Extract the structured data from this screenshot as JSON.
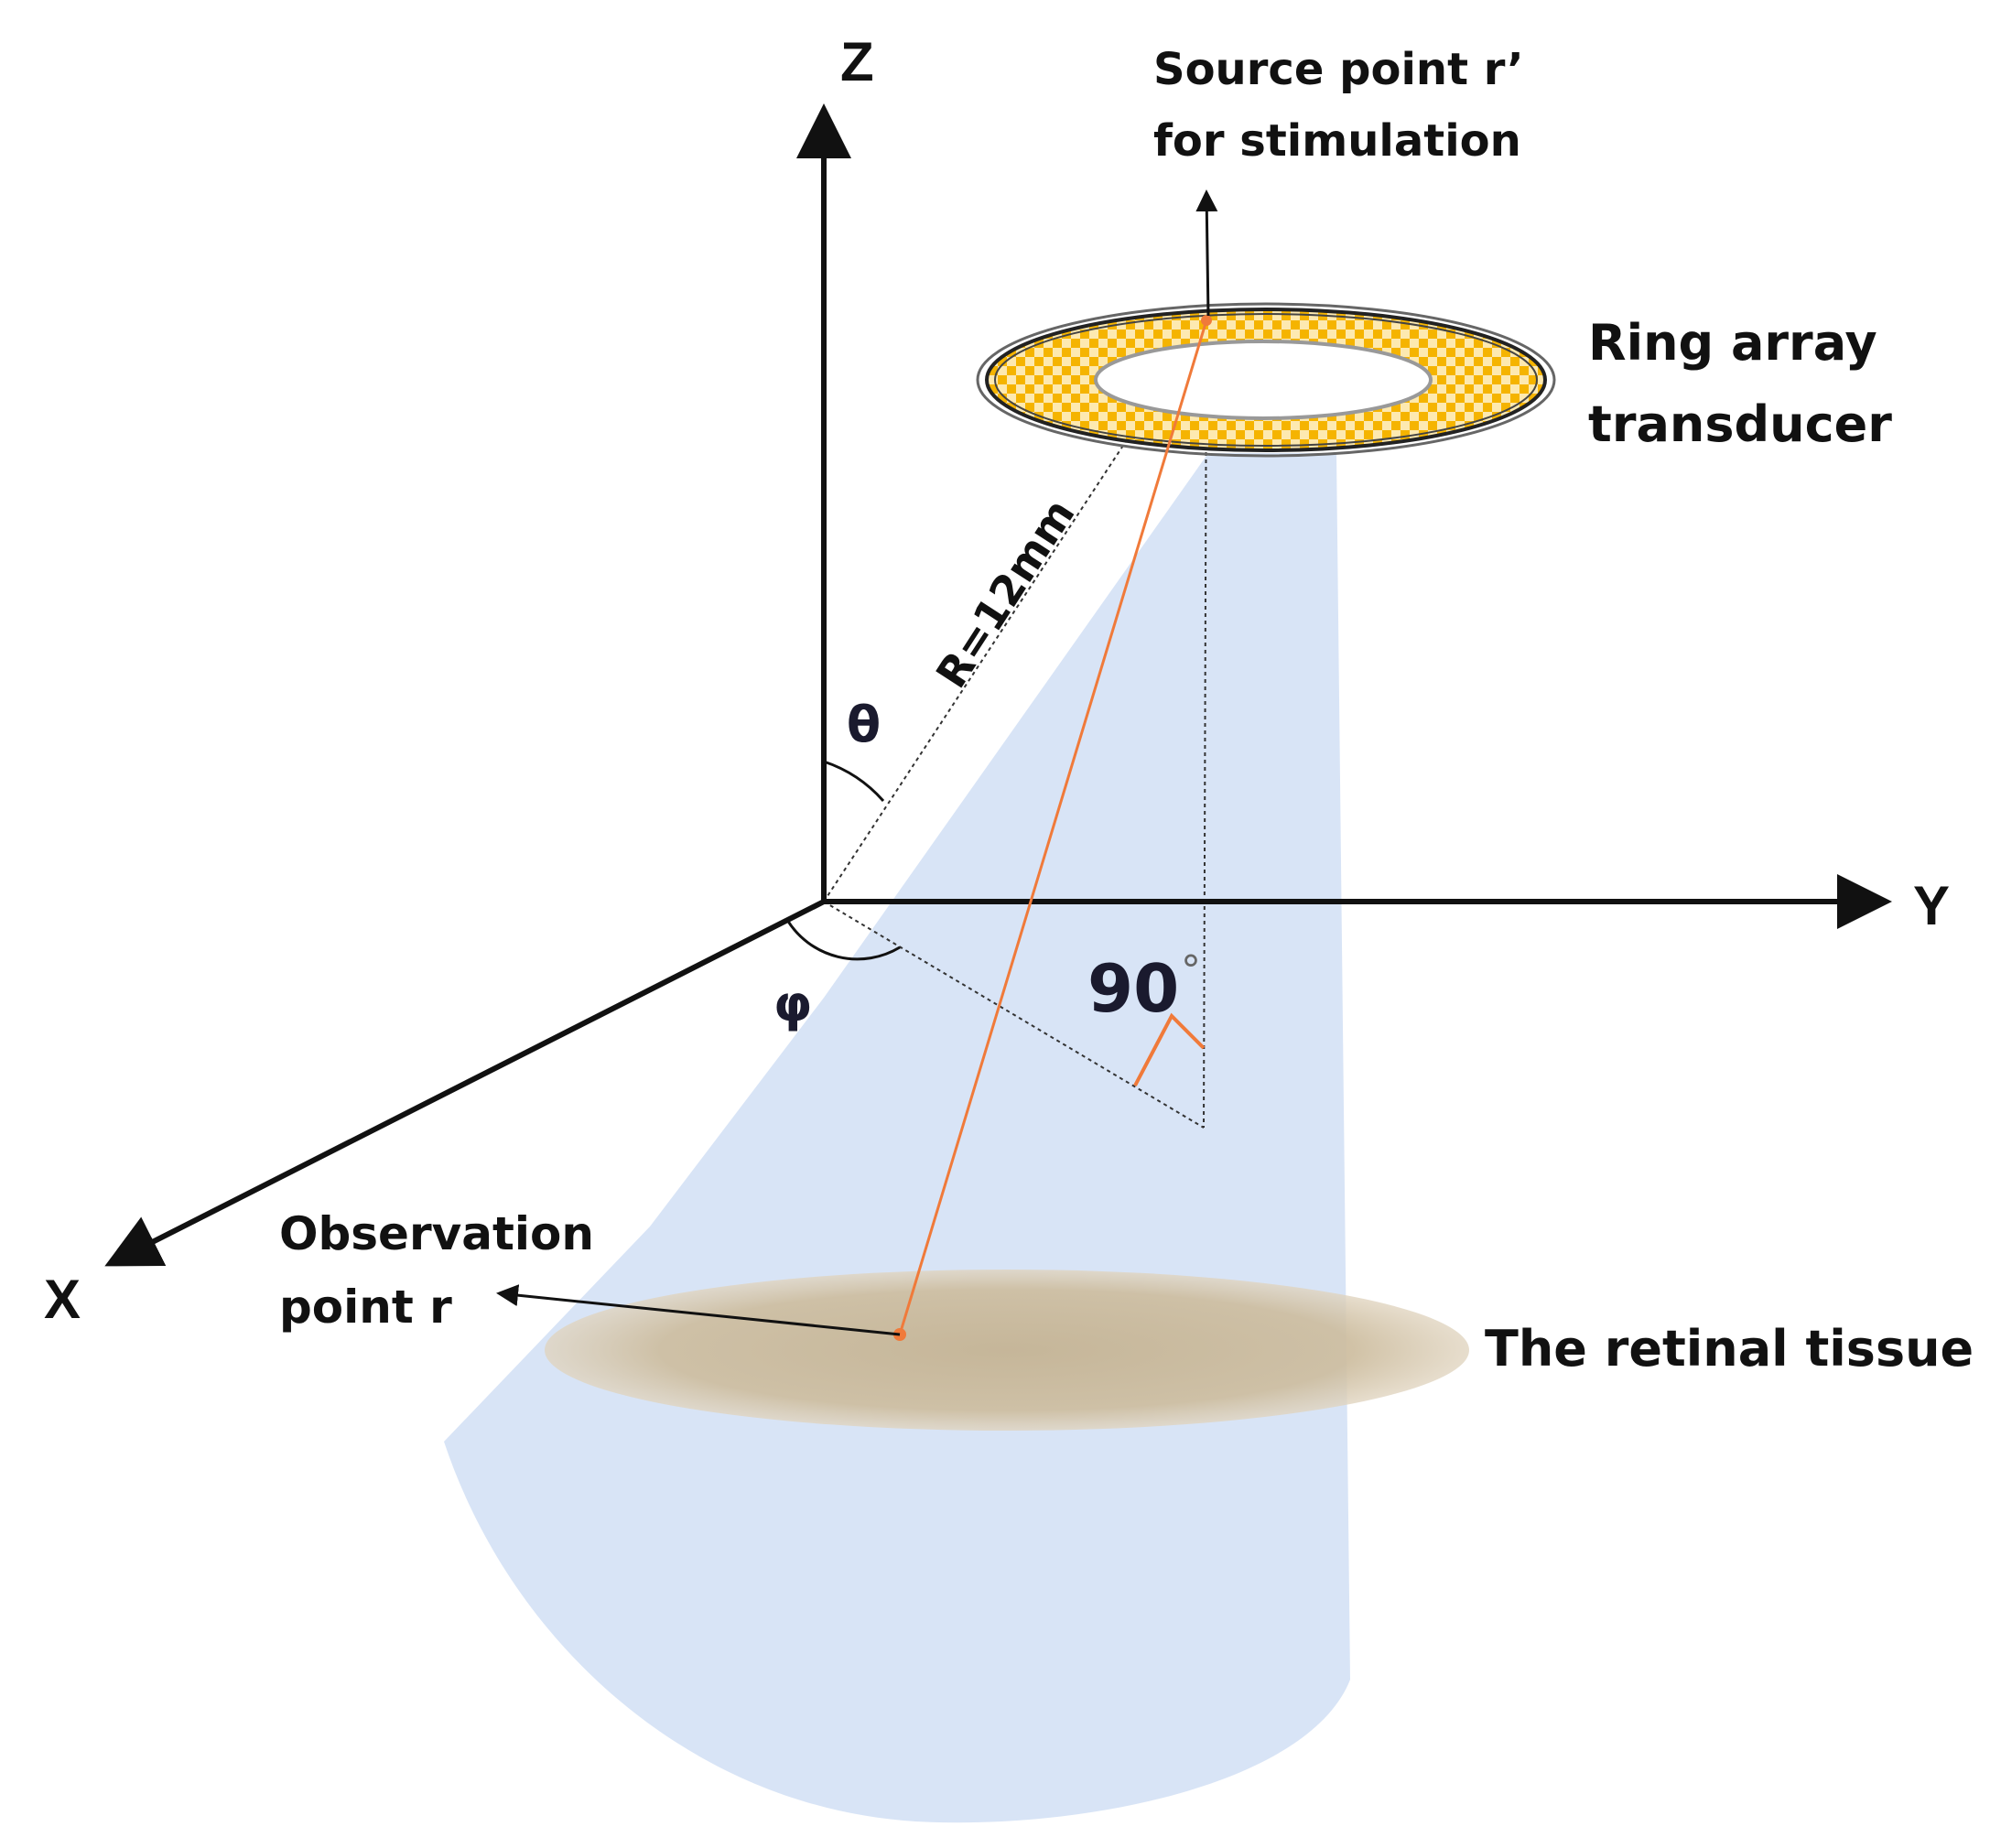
{
  "axes": {
    "x_label": "X",
    "y_label": "Y",
    "z_label": "Z"
  },
  "angles": {
    "theta": "θ",
    "phi": "φ",
    "right_angle": "90",
    "degree_symbol": "°"
  },
  "radius_label": "R=12mm",
  "source_label": [
    "Source point r’",
    "for stimulation"
  ],
  "transducer_label": [
    "Ring array",
    "transducer"
  ],
  "observation_label": [
    "Observation",
    "point r"
  ],
  "tissue_label": "The retinal tissue",
  "colors": {
    "axis": "#111111",
    "beam": "#d6e3f5",
    "ring_gold": "#f5b400",
    "ring_light": "#fde9b0",
    "ray": "#f07a3a",
    "tissue": "#c9b89a",
    "dotted": "#333333"
  }
}
